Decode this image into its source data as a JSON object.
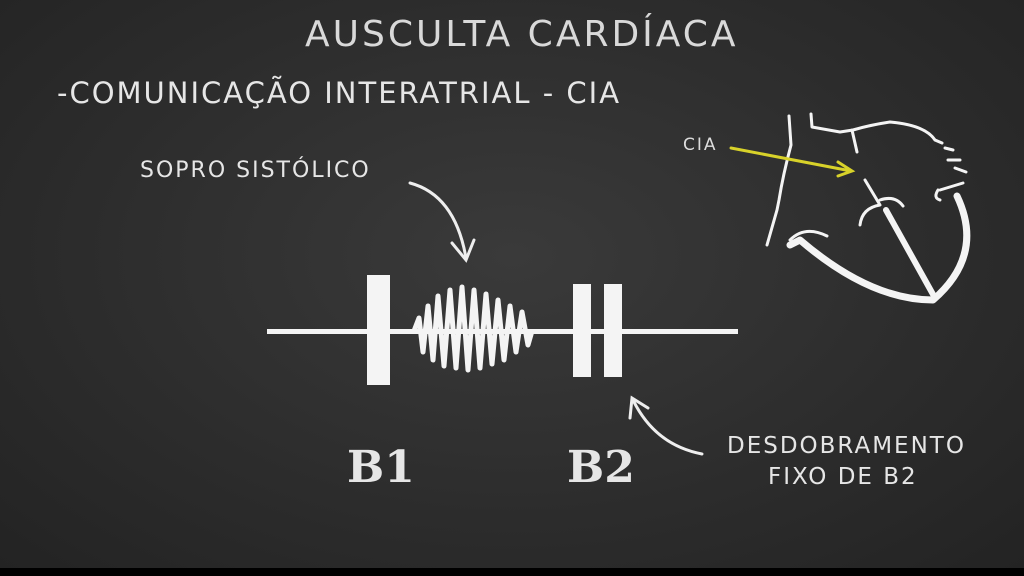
{
  "title": "AUSCULTA CARDÍACA",
  "subtitle": "-COMUNICAÇÃO INTERATRIAL - CIA",
  "labels": {
    "murmur": "SOPRO SISTÓLICO",
    "cia": "CIA",
    "b1": "B1",
    "b2": "B2",
    "split_line1": "DESDOBRAMENTO",
    "split_line2": "FIXO DE B2"
  },
  "colors": {
    "board": "#2e2e2e",
    "chalk": "#f2f2f2",
    "highlight": "#d8d22a"
  }
}
